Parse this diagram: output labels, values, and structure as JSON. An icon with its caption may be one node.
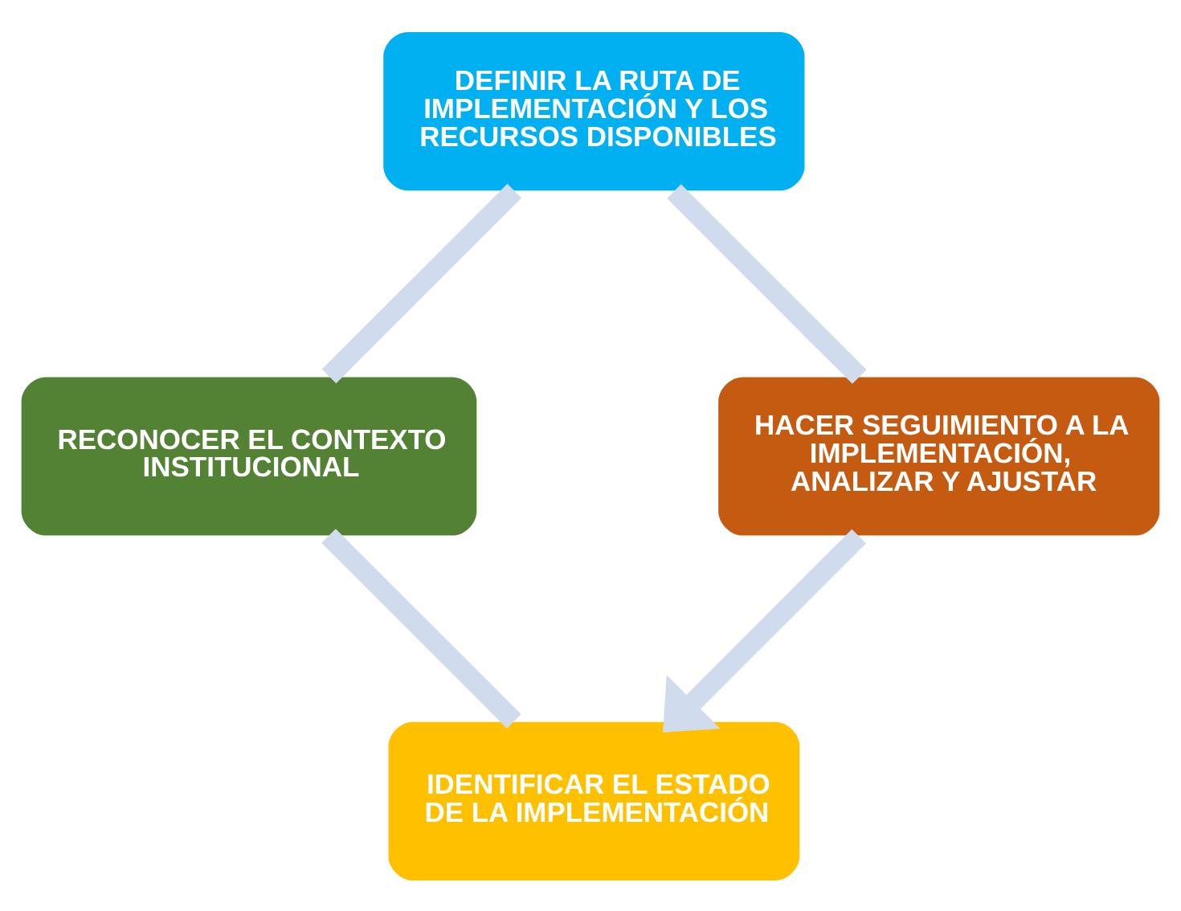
{
  "diagram": {
    "nodes": [
      {
        "text": [
          "IDENTIFICAR EL ESTADO DE LA IMPLEMENTACIÓN"
        ]
      },
      {
        "text": [
          "RECONOCER EL CONTEXTO INSTITUCIONAL"
        ]
      },
      {
        "text": [
          "DEFINIR LA RUTA DE IMPLEMENTACIÓN Y LOS RECURSOS DISPONIBLES"
        ]
      },
      {
        "text": [
          "HACER SEGUIMIENTO A LA IMPLEMENTACIÓN, ANALIZAR Y AJUSTAR"
        ]
      }
    ],
    "edges": [
      {
        "from": 0,
        "to": 1,
        "arrow": "none"
      },
      {
        "from": 1,
        "to": 2,
        "arrow": "none"
      },
      {
        "from": 2,
        "to": 3,
        "arrow": "none"
      },
      {
        "from": 3,
        "to": 0,
        "arrow": "to"
      }
    ]
  }
}
